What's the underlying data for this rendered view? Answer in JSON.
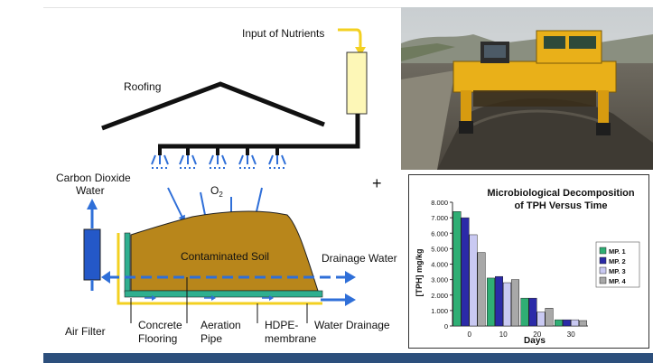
{
  "diagram": {
    "labels": {
      "input_nutrients": "Input of Nutrients",
      "roofing": "Roofing",
      "co2_line1": "Carbon Dioxide",
      "co2_line2": "Water",
      "o2": "O",
      "o2_sub": "2",
      "plus": "+",
      "contaminated_soil": "Contaminated Soil",
      "drainage_water": "Drainage Water",
      "air_filter": "Air Filter",
      "concrete_line1": "Concrete",
      "concrete_line2": "Flooring",
      "aeration_line1": "Aeration",
      "aeration_line2": "Pipe",
      "hdpe_line1": "HDPE-",
      "hdpe_line2": "membrane",
      "water_drainage": "Water Drainage"
    },
    "colors": {
      "soil": "#b8861b",
      "arrow_blue": "#2f6fd8",
      "filter_blue": "#2458c8",
      "membrane_green": "#2faf8f",
      "liner_yellow": "#f3d021",
      "nutrient_box": "#fdf7b7"
    }
  },
  "chart_data": {
    "type": "bar",
    "title": "Microbiological Decomposition of TPH Versus Time",
    "title_line1": "Microbiological Decomposition",
    "title_line2": "of TPH Versus Time",
    "xlabel": "Days",
    "ylabel": "[TPH] mg/kg",
    "categories": [
      "0",
      "10",
      "20",
      "30"
    ],
    "ylim": [
      0,
      8000
    ],
    "yticks": [
      "0",
      "1.000",
      "2.000",
      "3.000",
      "4.000",
      "5.000",
      "6.000",
      "7.000",
      "8.000"
    ],
    "legend_position": "right",
    "series": [
      {
        "name": "MP. 1",
        "color": "#2fae74",
        "values": [
          7400,
          3100,
          1800,
          400
        ]
      },
      {
        "name": "MP. 2",
        "color": "#2b2aa8",
        "values": [
          7000,
          3200,
          1800,
          400
        ]
      },
      {
        "name": "MP. 3",
        "color": "#c9c9f2",
        "values": [
          5900,
          2800,
          900,
          400
        ]
      },
      {
        "name": "MP. 4",
        "color": "#a8a8a8",
        "values": [
          4750,
          3000,
          1150,
          350
        ]
      }
    ]
  }
}
